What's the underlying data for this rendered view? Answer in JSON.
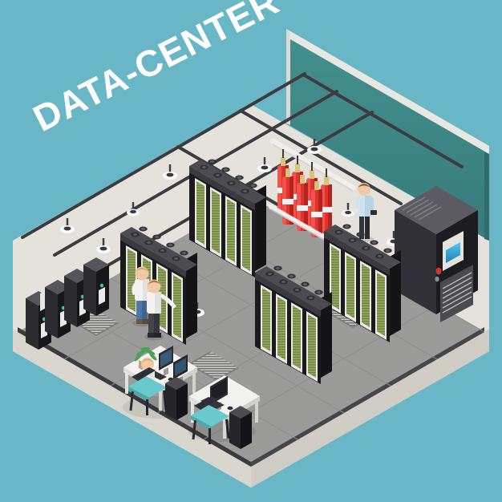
{
  "illustration": {
    "title": "DATA-CENTER",
    "title_rotation_deg": -27,
    "subject": "isometric data center room",
    "background_color": "#69b7c6",
    "wall_color": "#3d8585",
    "wall_trim_color": "#e8e7e2",
    "floor_color": "#9b9b99",
    "floor_tile_line_color": "#8a8a88",
    "floor_edge_color": "#3b3b3f",
    "base_slab_color": "#e4e2da",
    "base_slab_shadow_color": "#cfcdc5"
  },
  "palette": {
    "rack_top": "#46464b",
    "rack_top_light": "#5b5b61",
    "rack_body_dark": "#1b1b1e",
    "rack_side": "#2a2a2e",
    "rack_frame": "#e9e9e6",
    "server_green": "#8fa35a",
    "server_green_dark": "#6f8244",
    "server_line": "#3a4226",
    "cylinder_red": "#e0332d",
    "cylinder_red_dark": "#b5231f",
    "cylinder_band": "#f2f2f0",
    "cylinder_cap": "#d8c37a",
    "pipe_white": "#f0efeb",
    "rail_dark": "#3c3c40",
    "lamp_white": "#fafafa",
    "lcd_blue": "#2f9fd8",
    "indicator_teal": "#3fc4c4",
    "indicator_red": "#d9342b",
    "skin": "#f0c9a8",
    "hair_brown": "#8a5a32",
    "hair_blond": "#d6b269",
    "shirt_white": "#f3f3f1",
    "shirt_blue": "#cfe2ee",
    "trousers_dark": "#3d3d42",
    "jeans_blue": "#4e76a8",
    "chair_teal": "#69c9cc",
    "plant_green": "#4f9e57",
    "desk_white": "#f2f2ef",
    "monitor_dark": "#2b2b30"
  },
  "elements": {
    "rack_rows": [
      {
        "name": "rack-row-left-front",
        "servers": 5,
        "label": "server rack row front-left"
      },
      {
        "name": "rack-row-left-back",
        "servers": 5,
        "label": "server rack row back-left"
      },
      {
        "name": "rack-row-center",
        "servers": 5,
        "label": "server rack row center"
      },
      {
        "name": "rack-row-right",
        "servers": 5,
        "label": "server rack row right"
      }
    ],
    "tower_servers": {
      "name": "tower-server-bank",
      "count": 4,
      "label": "standalone tower servers"
    },
    "fire_suppression": {
      "name": "fire-suppression-cylinders",
      "count": 7,
      "label": "red fire suppression cylinders"
    },
    "hvac_unit": {
      "name": "hvac-cooling-unit",
      "label": "precision cooling cabinet",
      "has_display": true,
      "has_red_indicator": true
    },
    "ceiling_lights": {
      "name": "ceiling-pendant-lights",
      "count": 11,
      "label": "pendant lamps on ceiling rails"
    },
    "workstations": [
      {
        "name": "workstation-occupied",
        "label": "desk with seated operator, dual monitors, plant, tower PC"
      },
      {
        "name": "workstation-empty",
        "label": "empty desk with monitor, keyboard, tower PC"
      }
    ],
    "people": [
      {
        "name": "technician-blond",
        "label": "technician in white shirt and blue jeans"
      },
      {
        "name": "technician-brown",
        "label": "technician in white shirt and dark trousers"
      },
      {
        "name": "security-guard",
        "label": "security guard near the wall"
      },
      {
        "name": "seated-operator",
        "label": "operator seated at workstation"
      }
    ],
    "floor_vents": {
      "name": "floor-vent-grilles",
      "count": 4,
      "label": "perforated floor vent tiles"
    }
  }
}
